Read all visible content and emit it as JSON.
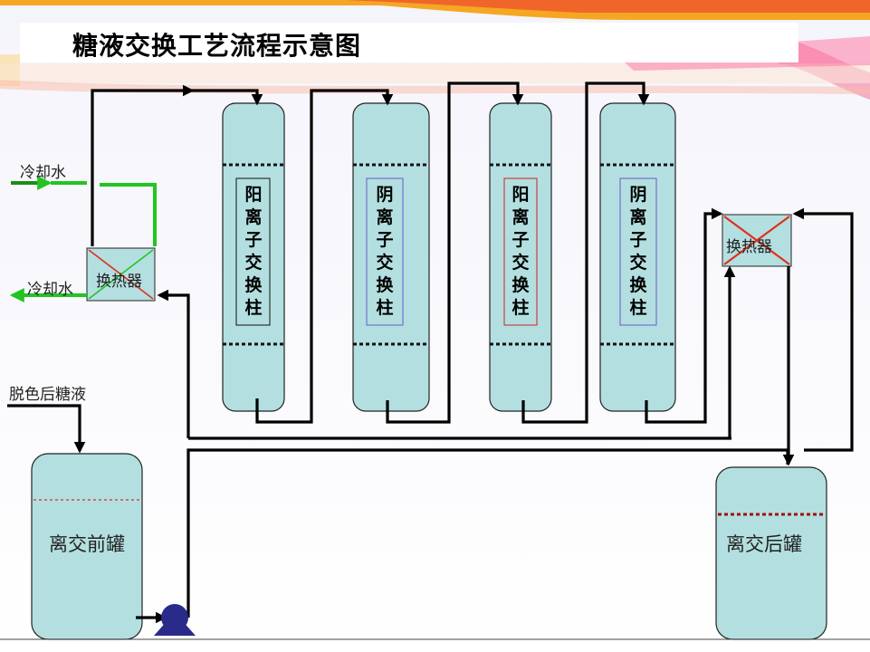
{
  "title": "糖液交换工艺流程示意图",
  "labels": {
    "cooling_water_in": "冷却水",
    "cooling_water_out": "冷却水",
    "decolorized_syrup": "脱色后糖液",
    "heat_exchanger_left": "换热器",
    "heat_exchanger_right": "换热器"
  },
  "columns": [
    {
      "name": "阳离子交换柱"
    },
    {
      "name": "阴离子交换柱"
    },
    {
      "name": "阳离子交换柱"
    },
    {
      "name": "阴离子交换柱"
    }
  ],
  "tanks": {
    "before": "离交前罐",
    "after": "离交后罐"
  },
  "colors": {
    "vessel_fill": "#b4dfe0",
    "vessel_stroke": "#222222",
    "pipe": "#000000",
    "cooling_water": "#22c422",
    "cross_red": "#e03020",
    "pump": "#2a2a8a"
  }
}
